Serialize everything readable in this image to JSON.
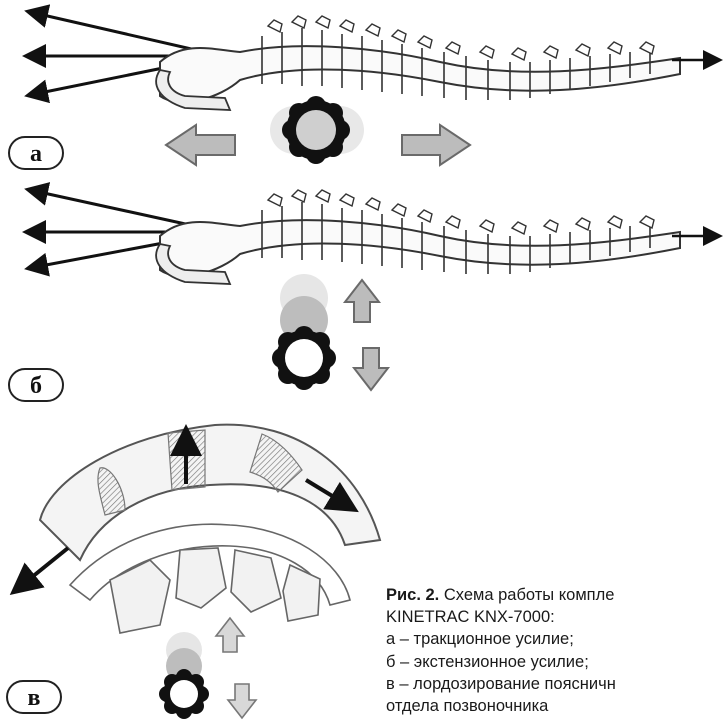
{
  "panels": {
    "a": {
      "label": "а"
    },
    "b": {
      "label": "б"
    },
    "c": {
      "label": "в"
    }
  },
  "caption": {
    "title_bold": "Рис. 2.",
    "title_rest": "Схема работы компле",
    "line2": "KINETRAC KNX-7000:",
    "item_a": "а – тракционное усилие;",
    "item_b": "б – экстензионное усилие;",
    "item_c": "в – лордозирование поясничн",
    "line6": "отдела позвоночника"
  }
}
